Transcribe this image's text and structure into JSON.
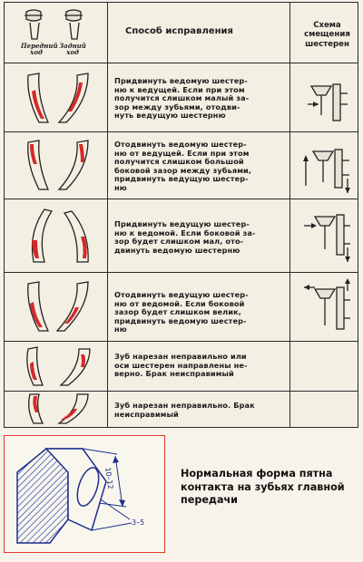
{
  "header": {
    "front_label": "Передний ход",
    "rear_label": "Задний ход",
    "method_title": "Способ исправления",
    "scheme_title": "Схема смещения шестерен"
  },
  "rows": [
    {
      "lines": [
        "Придвинуть ведомую шестер-",
        "ню к ведущей. Если при этом",
        "получится слишком малый за-",
        "зор между зубьями, отодви-",
        "нуть ведущую шестерню"
      ]
    },
    {
      "lines": [
        "Отодвинуть ведомую шестер-",
        "ню от ведущей. Если при этом",
        "получится слишком большой",
        "боковой зазор между зубьями,",
        "придвинуть ведущую шестер-",
        "ню"
      ]
    },
    {
      "lines": [
        "Придвинуть ведущую шестер-",
        "ню к ведомой. Если боковой за-",
        "зор будет слишком мал, ото-",
        "двинуть ведомую шестерню"
      ]
    },
    {
      "lines": [
        "Отодвинуть ведущую шестер-",
        "ню от ведомой. Если боковой",
        "зазор будет слишком велик,",
        "придвинуть ведомую шестер-",
        "ню"
      ]
    },
    {
      "lines": [
        "Зуб нарезан неправильно или",
        "оси шестерен направлены не-",
        "верно. Брак неисправимый"
      ]
    },
    {
      "lines": [
        "Зуб нарезан неправильно. Брак",
        "неисправимый"
      ]
    }
  ],
  "caption": {
    "lines": [
      "Нормальная форма пятна",
      "контакта на зубьях главной",
      "передачи"
    ]
  },
  "dimensions": {
    "width_mark": "10–12",
    "edge_mark": "3–5"
  }
}
